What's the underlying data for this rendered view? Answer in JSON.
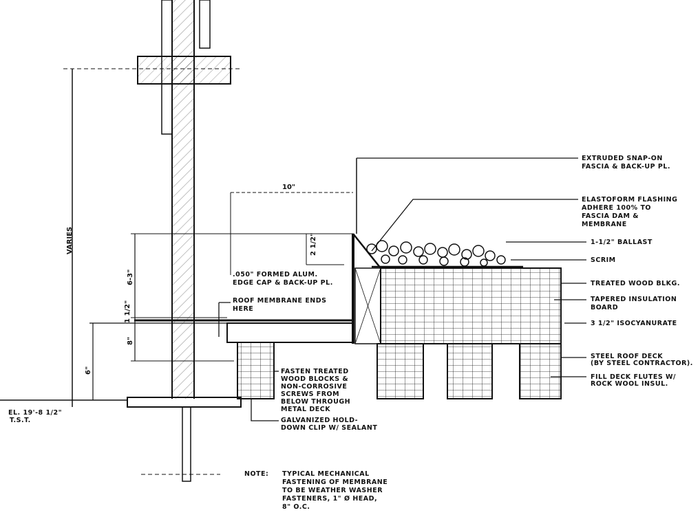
{
  "drawing": {
    "callouts": {
      "fascia": [
        "EXTRUDED SNAP-ON",
        "FASCIA & BACK-UP PL."
      ],
      "flashing": [
        "ELASTOFORM FLASHING",
        "ADHERE 100% TO",
        "FASCIA DAM &",
        "MEMBRANE"
      ],
      "ballast": "1-1/2\" BALLAST",
      "scrim": "SCRIM",
      "wood_blocking": "TREATED WOOD BLKG.",
      "tapered_insulation": [
        "TAPERED INSULATION",
        "BOARD"
      ],
      "isocyanurate": "3 1/2\" ISOCYANURATE",
      "steel_deck": [
        "STEEL ROOF DECK",
        "(BY STEEL CONTRACTOR)."
      ],
      "fill_flutes": [
        "FILL DECK FLUTES W/",
        "ROCK WOOL INSUL."
      ],
      "edge_cap": [
        ".050\" FORMED ALUM.",
        "EDGE CAP & BACK-UP PL."
      ],
      "membrane_ends": [
        "ROOF MEMBRANE ENDS",
        "HERE"
      ],
      "fasten_blocks": [
        "FASTEN TREATED",
        "WOOD BLOCKS &",
        "NON-CORROSIVE",
        "SCREWS FROM",
        "BELOW THROUGH",
        "METAL DECK"
      ],
      "hold_down": [
        "GALVANIZED HOLD-",
        "DOWN CLIP W/ SEALANT"
      ]
    },
    "dimensions": {
      "varies": "VARIES",
      "width_10": "10\"",
      "height_2_5": "2 1/2\"",
      "height_6_3": "6-3\"",
      "height_1_5": "1 1/2\"",
      "height_8": "8\"",
      "height_6": "6\""
    },
    "elevation": [
      "EL. 19'-8 1/2\"",
      "T.S.T."
    ],
    "note": [
      "NOTE:",
      "TYPICAL MECHANICAL",
      "FASTENING OF MEMBRANE",
      "TO BE WEATHER WASHER",
      "FASTENERS, 1\" Ø HEAD,",
      "8\" O.C."
    ]
  }
}
